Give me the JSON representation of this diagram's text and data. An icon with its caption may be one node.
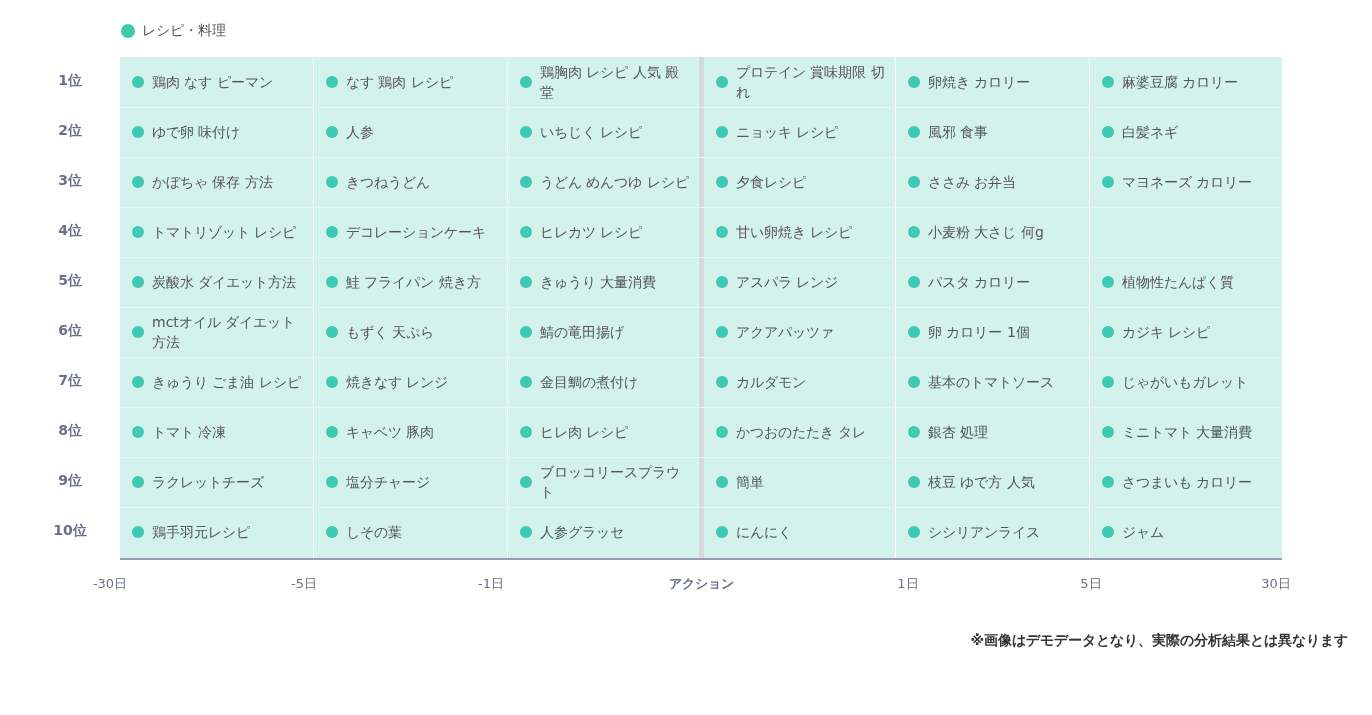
{
  "diagram": {
    "labels": [
      "1位",
      "鶏肉 なす ピーマン",
      "なす 鶏肉 レシピ",
      "鶏胸肉 レシピ 人気 殿堂",
      "プロテイン 賞味期限 切れ",
      "卵焼き カロリー",
      "麻婆豆腐 カロリー",
      "2位",
      "ゆで卵 味付け",
      "人参",
      "いちじく レシピ",
      "ニョッキ レシピ",
      "風邪 食事",
      "白髪ネギ",
      "3位",
      "かぼちゃ 保存 方法",
      "きつねうどん",
      "うどん めんつゆ レシピ",
      "夕食レシピ",
      "ささみ お弁当",
      "マヨネーズ カロリー",
      "4位",
      "トマトリゾット レシピ",
      "デコレーションケーキ",
      "ヒレカツ レシピ",
      "甘い卵焼き レシピ",
      "小麦粉 大さじ 何g",
      "5位",
      "炭酸水 ダイエット方法",
      "鮭 フライパン 焼き方",
      "きゅうり 大量消費",
      "アスパラ レンジ",
      "パスタ カロリー",
      "植物性たんぱく質",
      "6位",
      "mctオイル ダイエット方法",
      "もずく 天ぷら",
      "鯖の竜田揚げ",
      "アクアパッツァ",
      "卵 カロリー 1個",
      "カジキ レシピ",
      "7位",
      "きゅうり ごま油 レシピ",
      "焼きなす レンジ",
      "金目鯛の煮付け",
      "カルダモン",
      "基本のトマトソース",
      "じゃがいもガレット",
      "8位",
      "トマト 冷凍",
      "キャベツ 豚肉",
      "ヒレ肉 レシピ",
      "かつおのたたき タレ",
      "銀杏 処理",
      "ミニトマト 大量消費",
      "9位",
      "ラクレットチーズ",
      "塩分チャージ",
      "ブロッコリースプラウト",
      "簡単",
      "枝豆 ゆで方 人気",
      "さつまいも カロリー",
      "10位",
      "鶏手羽元レシピ",
      "しその葉",
      "人参グラッセ",
      "にんにく",
      "シシリアンライス",
      "ジャム",
      "-30日",
      "-5日",
      "-1日",
      "アクション",
      "1日",
      "5日",
      "30日",
      "※画像はデモデータとなり、実際の分析結果とは異なります"
    ],
    "legend": [
      {
        "text": "レシピ・料理",
        "color": "#3ec9b2"
      }
    ]
  }
}
